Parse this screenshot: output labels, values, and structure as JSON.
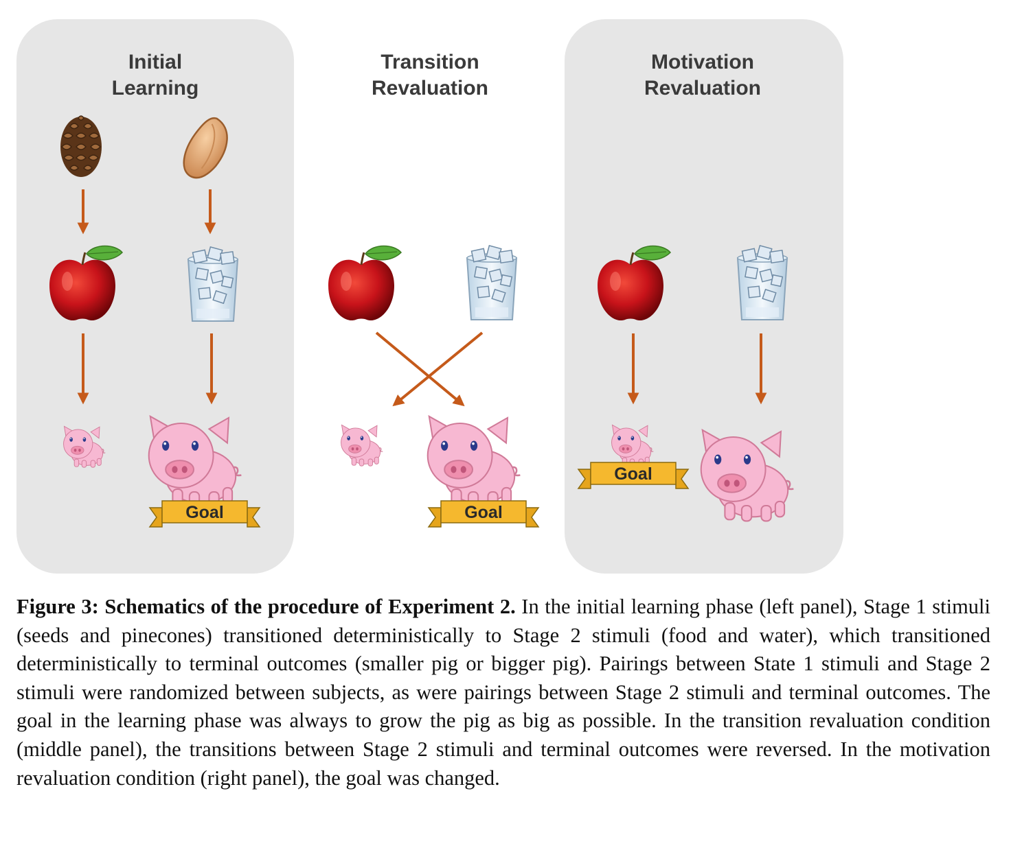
{
  "panels": [
    {
      "id": "initial",
      "title_line1": "Initial",
      "title_line2": "Learning",
      "shaded": true
    },
    {
      "id": "transition",
      "title_line1": "Transition",
      "title_line2": "Revaluation",
      "shaded": false
    },
    {
      "id": "motivation",
      "title_line1": "Motivation",
      "title_line2": "Revaluation",
      "shaded": true
    }
  ],
  "goal_label": "Goal",
  "icons": {
    "stage1": [
      "pinecone-icon",
      "seed-icon"
    ],
    "stage2": [
      "apple-icon",
      "water-glass-icon"
    ],
    "outcomes": [
      "small-pig-icon",
      "big-pig-icon"
    ]
  },
  "colors": {
    "panel_background": "#e6e6e6",
    "arrow": "#c55a1a",
    "goal_banner": "#f5b82e",
    "pig": "#f7b8d2"
  },
  "caption": {
    "label": "Figure 3: Schematics of the procedure of Experiment 2.",
    "text": " In the initial learning phase (left panel), Stage 1 stimuli (seeds and pinecones) transitioned deterministically to Stage 2 stimuli (food and water), which transitioned deterministically to terminal outcomes (smaller pig or bigger pig). Pairings between State 1 stimuli and Stage 2 stimuli were randomized between subjects, as were pairings between Stage 2 stimuli and terminal outcomes. The goal in the learning phase was always to grow the pig as big as possible. In the transition revaluation condition (middle panel), the transitions between Stage 2 stimuli and terminal outcomes were reversed. In the motivation revaluation condition (right panel), the goal was changed."
  }
}
